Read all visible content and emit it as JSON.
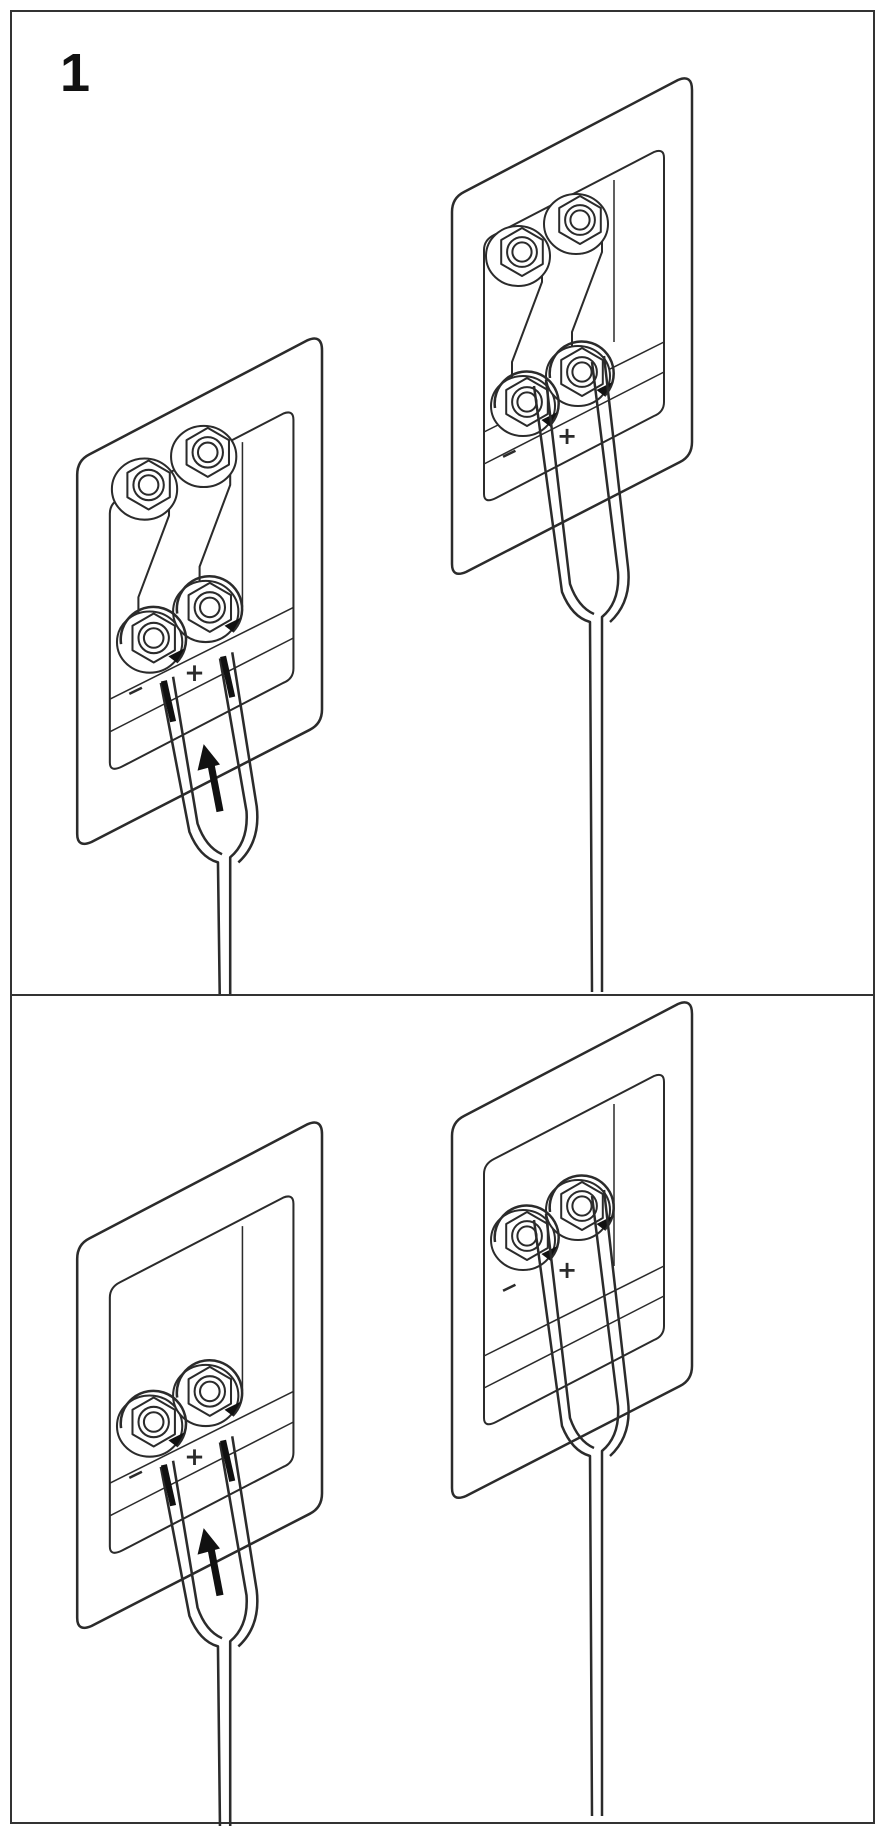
{
  "figure": {
    "step_number": "1",
    "polarity_minus": "−",
    "polarity_plus": "+",
    "colors": {
      "line": "#2b2b2b",
      "background": "#ffffff",
      "arrow": "#111111"
    },
    "illustrations": [
      {
        "name": "top-left",
        "state": "wire-inserting",
        "show_posts_upper": true
      },
      {
        "name": "top-right",
        "state": "wire-tightened",
        "show_posts_upper": true
      },
      {
        "name": "bottom-left",
        "state": "wire-inserting",
        "show_posts_upper": false
      },
      {
        "name": "bottom-right",
        "state": "wire-tightened",
        "show_posts_upper": false
      }
    ]
  }
}
